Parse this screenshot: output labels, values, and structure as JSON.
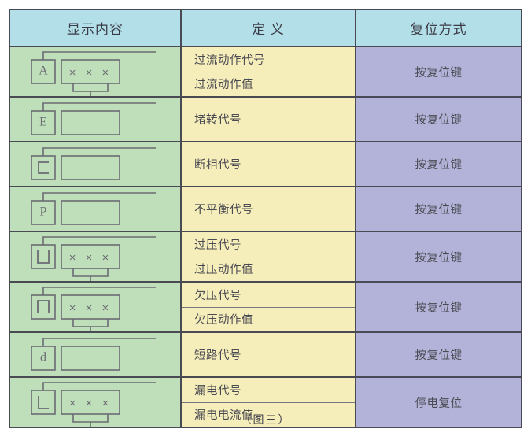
{
  "figure": {
    "caption": "（图三）"
  },
  "table": {
    "columns": [
      {
        "key": "display",
        "label": "显示内容"
      },
      {
        "key": "definition",
        "label": "定  义"
      },
      {
        "key": "reset",
        "label": "复位方式"
      }
    ],
    "colors": {
      "header_bg": "#b3dfe8",
      "display_bg": "#bfdfba",
      "definition_bg": "#f6eeba",
      "reset_bg": "#b3b3d9",
      "border": "#4a4a55",
      "text": "#4a4a52"
    },
    "rows": [
      {
        "icon_name": "display-code-A-with-value",
        "code_char": "A",
        "value_text": "×  ×  ×",
        "has_value_box": true,
        "definitions": [
          "过流动作代号",
          "过流动作值"
        ],
        "reset": "按复位键"
      },
      {
        "icon_name": "display-code-E-empty",
        "code_char": "E",
        "value_text": "",
        "has_value_box": false,
        "definitions": [
          "堵转代号"
        ],
        "reset": "按复位键"
      },
      {
        "icon_name": "display-code-C-empty",
        "code_char": "C",
        "value_text": "",
        "has_value_box": false,
        "definitions": [
          "断相代号"
        ],
        "reset": "按复位键"
      },
      {
        "icon_name": "display-code-P-empty",
        "code_char": "P",
        "value_text": "",
        "has_value_box": false,
        "definitions": [
          "不平衡代号"
        ],
        "reset": "按复位键"
      },
      {
        "icon_name": "display-code-U-with-value",
        "code_char": "U",
        "value_text": "×  ×  ×",
        "has_value_box": true,
        "definitions": [
          "过压代号",
          "过压动作值"
        ],
        "reset": "按复位键"
      },
      {
        "icon_name": "display-code-inverted-U-with-value",
        "code_char": "∩",
        "value_text": "×  ×  ×",
        "has_value_box": true,
        "definitions": [
          "欠压代号",
          "欠压动作值"
        ],
        "reset": "按复位键"
      },
      {
        "icon_name": "display-code-d-empty",
        "code_char": "d",
        "value_text": "",
        "has_value_box": false,
        "definitions": [
          "短路代号"
        ],
        "reset": "按复位键"
      },
      {
        "icon_name": "display-code-L-with-value",
        "code_char": "L",
        "value_text": "×  ×  ×",
        "has_value_box": true,
        "definitions": [
          "漏电代号",
          "漏电电流值"
        ],
        "reset": "停电复位"
      }
    ]
  }
}
